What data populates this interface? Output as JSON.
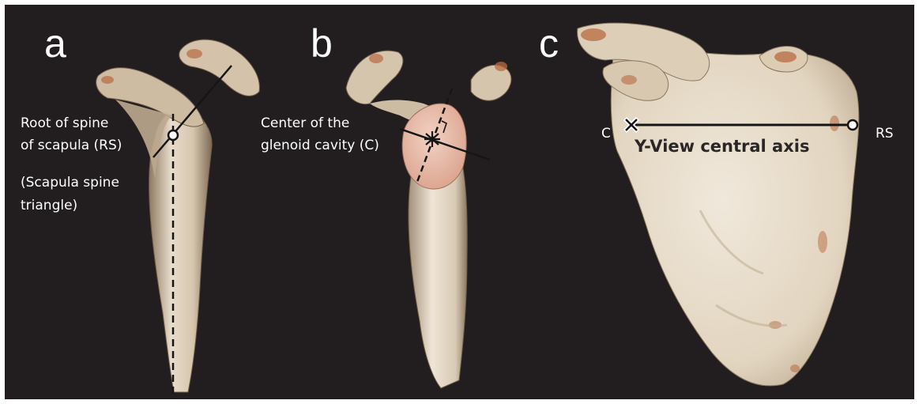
{
  "panels": {
    "a": {
      "letter": "a",
      "label_rs_line1": "Root of spine",
      "label_rs_line2": "of scapula (RS)",
      "label_tri_line1": "(Scapula spine",
      "label_tri_line2": "triangle)"
    },
    "b": {
      "letter": "b",
      "label_c_line1": "Center of the",
      "label_c_line2": "glenoid cavity (C)"
    },
    "c": {
      "letter": "c",
      "label_c": "C",
      "label_rs": "RS",
      "axis_title": "Y-View central axis"
    }
  },
  "colors": {
    "background": "#221e1f",
    "bone": "#e4d6c2",
    "bone_shadow": "#a89276",
    "bone_rust": "#b86a42",
    "glenoid": "#e9b9a8",
    "lines": "#151515"
  }
}
